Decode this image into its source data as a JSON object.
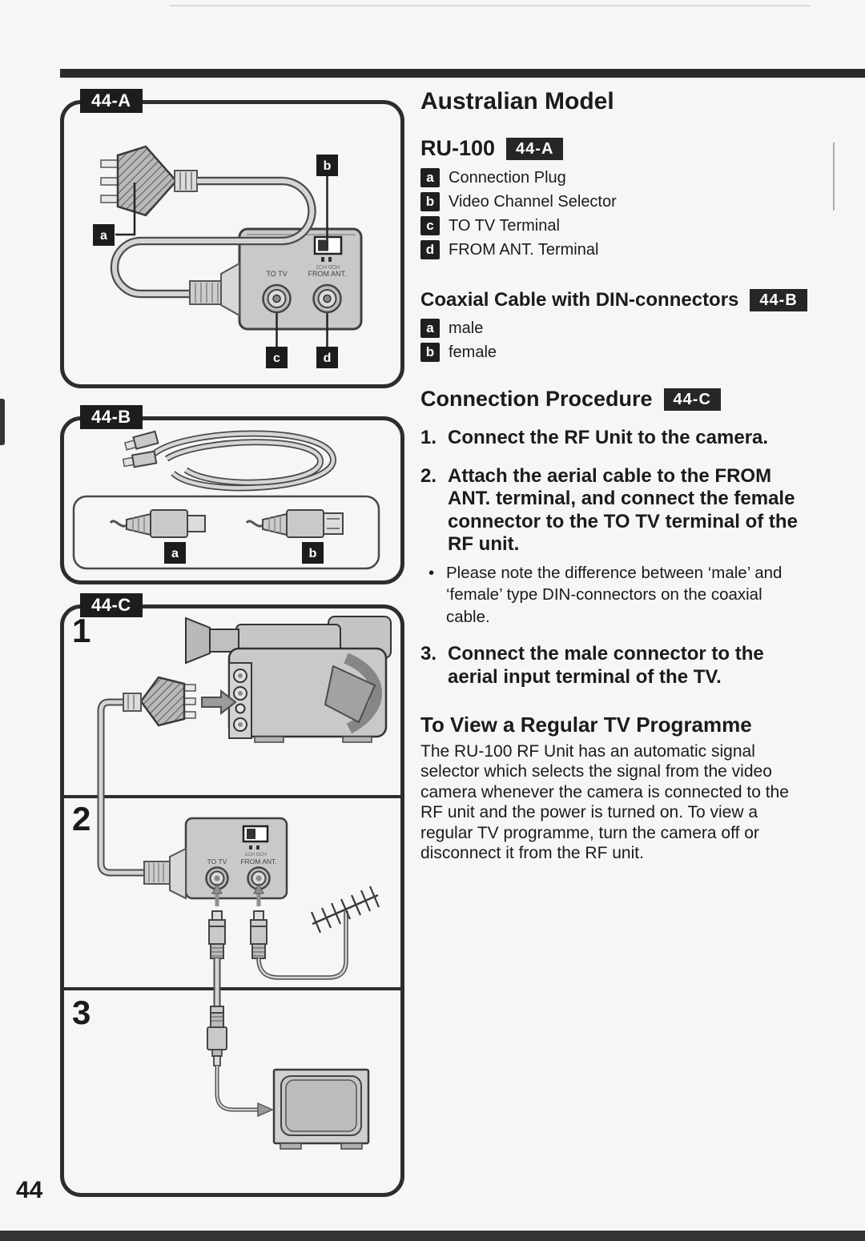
{
  "page": {
    "number": "44"
  },
  "figures": {
    "a": {
      "tag": "44-A",
      "label_a": "a",
      "label_b": "b",
      "label_c": "c",
      "label_d": "d",
      "to_tv": "TO TV",
      "from_ant": "FROM ANT.",
      "switch_caption": "1CH 0CH"
    },
    "b": {
      "tag": "44-B",
      "label_a": "a",
      "label_b": "b"
    },
    "c": {
      "tag": "44-C",
      "step1": "1",
      "step2": "2",
      "step3": "3",
      "to_tv": "TO TV",
      "from_ant": "FROM ANT.",
      "switch_caption": "1CH 0CH"
    }
  },
  "content": {
    "title": "Australian Model",
    "ru100": {
      "heading": "RU-100",
      "badge": "44-A",
      "items": [
        {
          "key": "a",
          "text": "Connection Plug"
        },
        {
          "key": "b",
          "text": "Video Channel Selector"
        },
        {
          "key": "c",
          "text": "TO TV Terminal"
        },
        {
          "key": "d",
          "text": "FROM ANT. Terminal"
        }
      ]
    },
    "coax": {
      "heading": "Coaxial Cable with DIN-connectors",
      "badge": "44-B",
      "items": [
        {
          "key": "a",
          "text": "male"
        },
        {
          "key": "b",
          "text": "female"
        }
      ]
    },
    "procedure": {
      "heading": "Connection Procedure",
      "badge": "44-C",
      "steps": [
        {
          "num": "1.",
          "text": "Connect the RF Unit to the camera."
        },
        {
          "num": "2.",
          "text": "Attach the aerial cable to the FROM ANT. terminal, and connect the female connector to the TO TV terminal of the RF unit."
        },
        {
          "num": "3.",
          "text": "Connect the male connector to the aerial input terminal of the TV."
        }
      ],
      "note_bullet": "•",
      "note": "Please note the difference between ‘male’ and ‘female’ type DIN-connectors on the coaxial cable."
    },
    "tv_programme": {
      "heading": "To View a Regular TV Programme",
      "body": "The RU-100 RF Unit has an automatic signal selector which selects the signal from the video camera whenever the camera is connected to the RF unit and the power is turned on. To view a regular TV programme, turn the camera off or disconnect it from the RF unit."
    }
  }
}
